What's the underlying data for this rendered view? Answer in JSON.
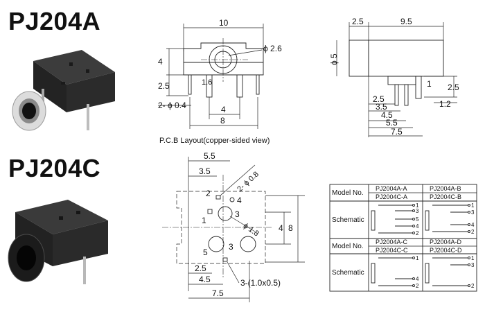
{
  "titles": {
    "a": "PJ204A",
    "c": "PJ204C"
  },
  "front_view": {
    "width": "10",
    "height": "4",
    "pin_height": "2.5",
    "pin_gap": "1.6",
    "hole_dia": "ϕ 2.6",
    "pin_dia": "2- ϕ 0.4",
    "pin_pitch": "4",
    "overall": "8"
  },
  "side_view": {
    "top_a": "2.5",
    "top_b": "9.5",
    "body_dia": "ϕ 5",
    "d1": "2.5",
    "d2": "3.5",
    "d3": "4.5",
    "d4": "5.5",
    "d5": "7.5",
    "pin_w": "1",
    "pin_h": "2.5",
    "tab": "1.2"
  },
  "pcb": {
    "caption": "P.C.B Layout(copper-sided view)",
    "w55": "5.5",
    "w35": "3.5",
    "hole08": "2- ϕ 0.8",
    "hole18": "ϕ 1.8",
    "pins": [
      "2",
      "4",
      "1",
      "3",
      "5",
      "3"
    ],
    "h4": "4",
    "h8": "8",
    "b25": "2.5",
    "b45": "4.5",
    "b75": "7.5",
    "slot": "3-(1.0x0.5)"
  },
  "table": {
    "model_label": "Model No.",
    "schematic_label": "Schematic",
    "row1": {
      "a1": "PJ2004A-A",
      "a2": "PJ2004C-A",
      "b1": "PJ2004A-B",
      "b2": "PJ2004C-B"
    },
    "row2": {
      "a1": "PJ2004A-C",
      "a2": "PJ2004C-C",
      "b1": "PJ2004A-D",
      "b2": "PJ2004C-D"
    },
    "pins_a": [
      "1",
      "3",
      "5",
      "4",
      "2"
    ],
    "pins_b": [
      "1",
      "3",
      "4",
      "2"
    ],
    "pins_c": [
      "1",
      "4",
      "2"
    ],
    "pins_d": [
      "1",
      "3",
      "2"
    ]
  }
}
